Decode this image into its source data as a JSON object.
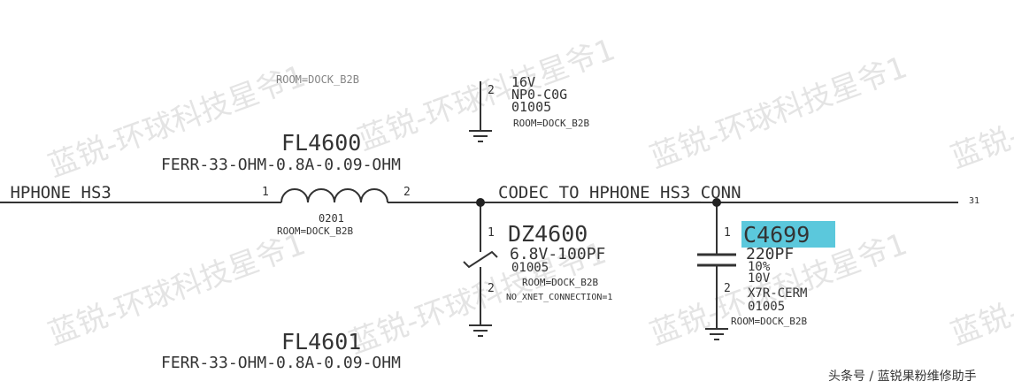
{
  "watermark": "蓝锐-环球科技星爷1",
  "footer": "头条号 / 蓝锐果粉维修助手",
  "nets": {
    "left": "_HPHONE_HS3",
    "right": "CODEC_TO_HPHONE_HS3_CONN",
    "right_ref": "31"
  },
  "top_cap": {
    "cut_text": "ROOM=DOCK_B2B",
    "pin2": "2",
    "voltage": "16V",
    "dielectric": "NP0-C0G",
    "package": "01005",
    "room": "ROOM=DOCK_B2B"
  },
  "fl4600": {
    "ref": "FL4600",
    "value": "FERR-33-OHM-0.8A-0.09-OHM",
    "pin1": "1",
    "pin2": "2",
    "package": "0201",
    "room": "ROOM=DOCK_B2B"
  },
  "dz4600": {
    "ref": "DZ4600",
    "value": "6.8V-100PF",
    "pin1": "1",
    "pin2": "2",
    "package": "01005",
    "room": "ROOM=DOCK_B2B",
    "note": "NO_XNET_CONNECTION=1"
  },
  "c4699": {
    "ref": "C4699",
    "value": "220PF",
    "pin1": "1",
    "pin2": "2",
    "tolerance": "10%",
    "voltage": "10V",
    "dielectric": "X7R-CERM",
    "package": "01005",
    "room": "ROOM=DOCK_B2B"
  },
  "fl4601": {
    "ref": "FL4601",
    "value": "FERR-33-OHM-0.8A-0.09-OHM"
  },
  "colors": {
    "line": "#333333",
    "highlight": "#5bc8dc",
    "watermark": "#cfcfcf"
  }
}
